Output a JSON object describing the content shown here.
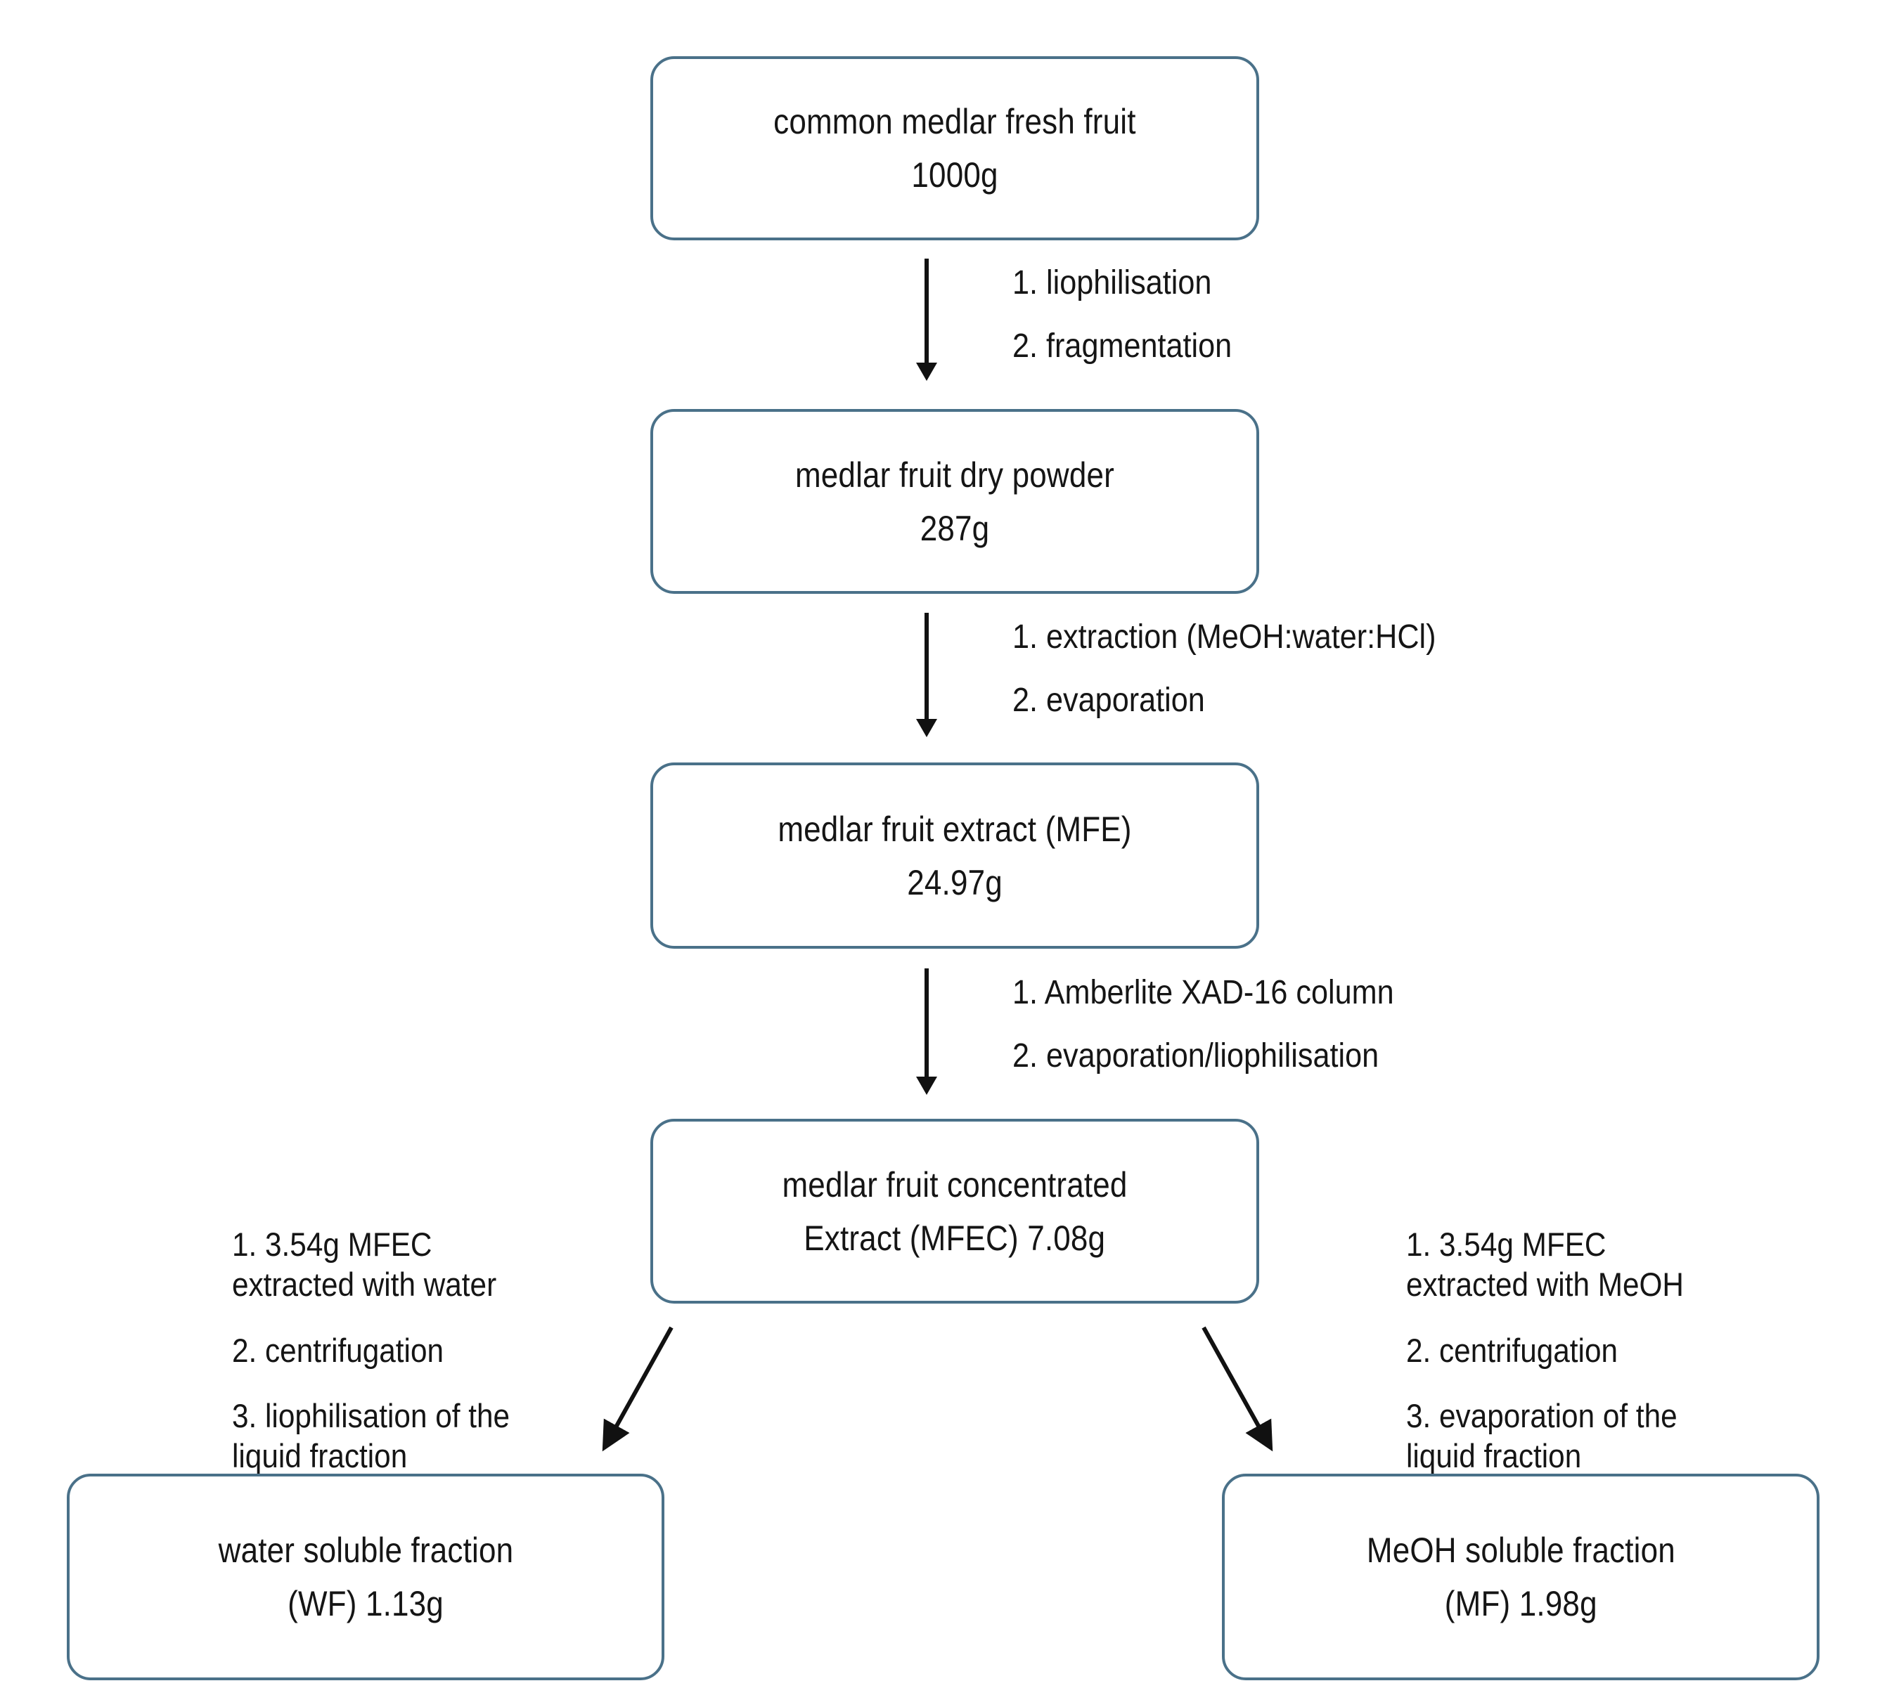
{
  "diagram": {
    "title": "Medlar fruit extraction and fractionation flowchart",
    "accent_color": "#4a7189",
    "text_color": "#151515",
    "arrow_color": "#111111",
    "background": "#ffffff"
  },
  "nodes": {
    "fresh_fruit": {
      "line1": "common  medlar fresh fruit",
      "line2": "1000g"
    },
    "dry_powder": {
      "line1": "medlar fruit dry powder",
      "line2": "287g"
    },
    "mfe": {
      "line1": "medlar fruit extract (MFE)",
      "line2": "24.97g"
    },
    "mfec": {
      "line1": "medlar fruit concentrated",
      "line2": "Extract (MFEC) 7.08g"
    },
    "water_fraction": {
      "line1": "water soluble fraction",
      "line2": "(WF) 1.13g"
    },
    "meoh_fraction": {
      "line1": "MeOH soluble fraction",
      "line2": "(MF) 1.98g"
    }
  },
  "edges": {
    "fresh_to_powder": {
      "step1": "1. liophilisation",
      "step2": "2. fragmentation"
    },
    "powder_to_mfe": {
      "step1": "1. extraction (MeOH:water:HCl)",
      "step2": "2. evaporation"
    },
    "mfe_to_mfec": {
      "step1": "1. Amberlite XAD-16 column",
      "step2": "2. evaporation/liophilisation"
    },
    "mfec_to_water": {
      "step1_a": "1. 3.54g  MFEC",
      "step1_b": "extracted with water",
      "step2": "2. centrifugation",
      "step3_a": "3. liophilisation of the",
      "step3_b": "liquid fraction"
    },
    "mfec_to_meoh": {
      "step1_a": "1. 3.54g  MFEC",
      "step1_b": "extracted with MeOH",
      "step2": "2. centrifugation",
      "step3_a": "3. evaporation of the",
      "step3_b": "liquid fraction"
    }
  }
}
